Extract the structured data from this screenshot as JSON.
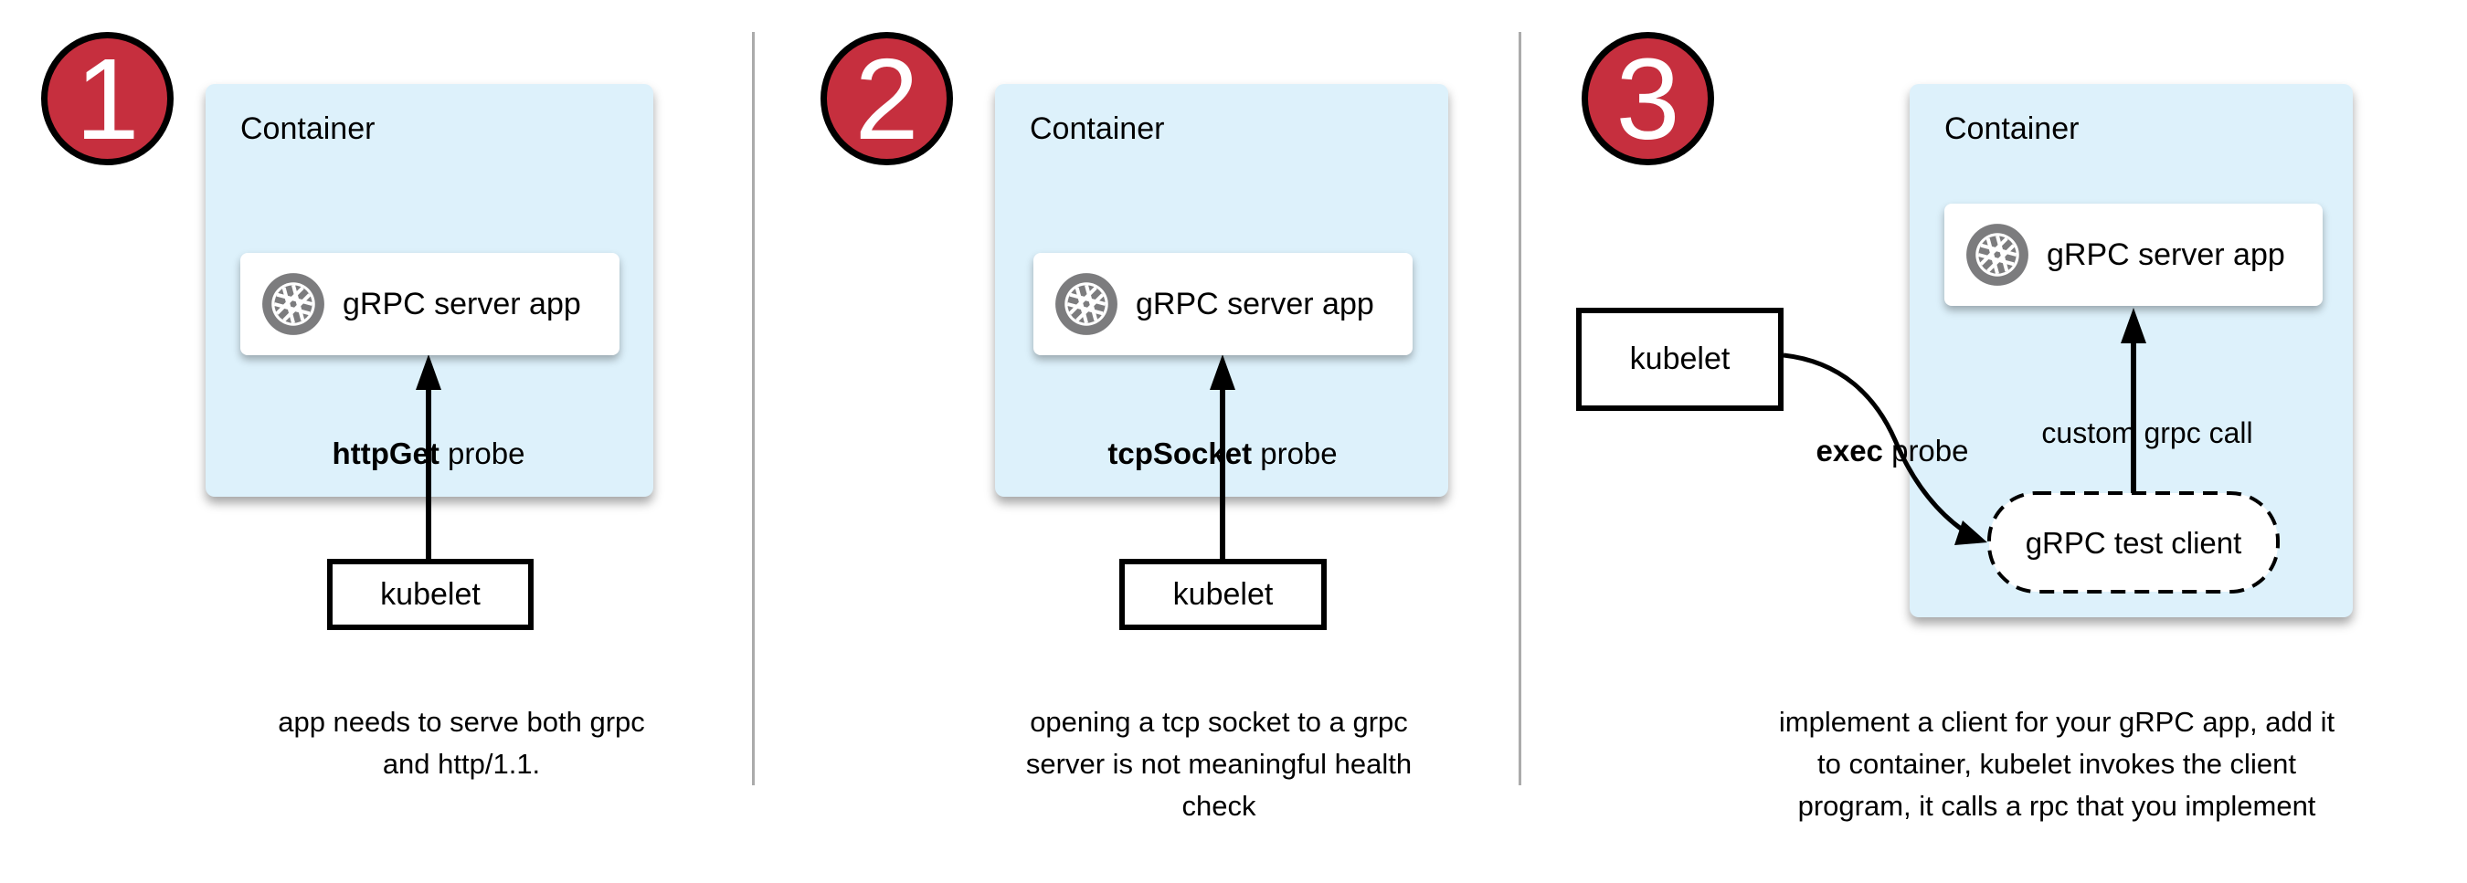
{
  "colors": {
    "badge_red": "#C62F3E",
    "container_blue": "#DDF1FB",
    "icon_gray": "#7C7C7E",
    "divider_gray": "#ABABAB",
    "line_black": "#000000"
  },
  "panels": [
    {
      "badge": "1",
      "container_label": "Container",
      "server_box_label": "gRPC server app",
      "probe_label_bold": "httpGet",
      "probe_label_rest": " probe",
      "kubelet_label": "kubelet",
      "caption_lines": [
        "app needs to serve both grpc",
        "and http/1.1."
      ]
    },
    {
      "badge": "2",
      "container_label": "Container",
      "server_box_label": "gRPC server app",
      "probe_label_bold": "tcpSocket",
      "probe_label_rest": " probe",
      "kubelet_label": "kubelet",
      "caption_lines": [
        "opening a tcp socket to a grpc",
        "server is not meaningful health",
        "check"
      ]
    },
    {
      "badge": "3",
      "container_label": "Container",
      "server_box_label": "gRPC server app",
      "probe_label_bold": "exec",
      "probe_label_rest": " probe",
      "kubelet_label": "kubelet",
      "grpc_call_label": "custom grpc call",
      "test_client_label": "gRPC test client",
      "caption_lines": [
        "implement a client for your gRPC app, add it",
        "to container, kubelet invokes the client",
        "program, it calls a rpc that you implement"
      ]
    }
  ]
}
